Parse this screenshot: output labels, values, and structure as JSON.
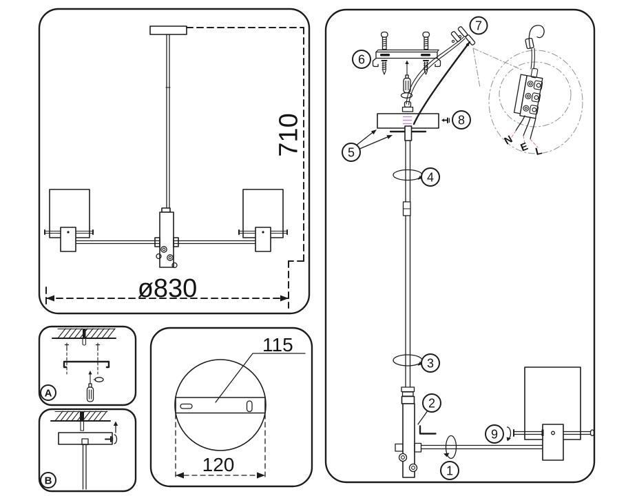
{
  "colors": {
    "line": "#1c1c1c",
    "detail_outline": "#9a9a9a",
    "leader_red": "#d48888",
    "wire_purple": "#b57fd2",
    "background": "#ffffff"
  },
  "dimension_panel": {
    "height_label": "710",
    "diameter_label": "ø830"
  },
  "install_steps": [
    {
      "label": "A"
    },
    {
      "label": "B"
    }
  ],
  "mount_plate_panel": {
    "slot_dimension": "115",
    "plate_dimension": "120"
  },
  "assembly_panel": {
    "callouts": [
      "1",
      "2",
      "3",
      "4",
      "5",
      "6",
      "7",
      "8",
      "9"
    ],
    "terminal_labels": [
      "N",
      "E",
      "L"
    ]
  }
}
